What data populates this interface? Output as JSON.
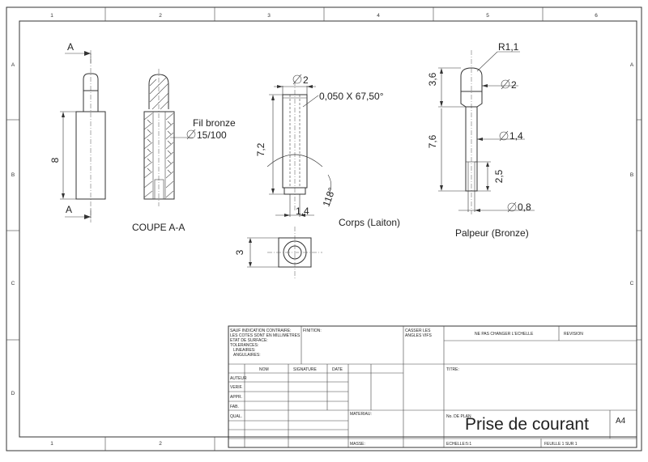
{
  "grid": {
    "columns": [
      "1",
      "2",
      "3",
      "4",
      "5",
      "6"
    ],
    "rows": [
      "A",
      "B",
      "C",
      "D"
    ],
    "bottom_columns": [
      "1",
      "2"
    ]
  },
  "views": {
    "section_letter": "A",
    "section_label": "COUPE A-A",
    "wire_label": "Fil bronze",
    "wire_diameter": "15/100",
    "body_label": "Corps (Laiton)",
    "probe_label": "Palpeur (Bronze)"
  },
  "dimensions": {
    "overall_length": "8",
    "body_diameter": "2",
    "chamfer": "0,050  X 67,50°",
    "body_length": "7,2",
    "bore_diameter": "1,4",
    "drill_angle": "118°",
    "square_size": "3",
    "radius": "R1,1",
    "head_length": "3,6",
    "head_diameter": "2",
    "shaft_length": "7,6",
    "shaft_diameter": "1,4",
    "tip_length": "2,5",
    "tip_diameter": "0,8"
  },
  "title_block": {
    "general_notes": [
      "SAUF INDICATION CONTRAIRE:",
      "LES COTES SONT EN MILLIMETRES",
      "ETAT DE SURFACE:",
      "TOLERANCES:",
      "LINEAIRES:",
      "ANGULAIRES:"
    ],
    "finish_label": "FINITION:",
    "break_edges": [
      "CASSER LES",
      "ANGLES VIFS"
    ],
    "no_scale": "NE PAS CHANGER L'ECHELLE",
    "revision": "REVISION",
    "col_name": "NOM",
    "col_signature": "SIGNATURE",
    "col_date": "DATE",
    "row_author": "AUTEUR",
    "row_verif": "VERIF.",
    "row_appr": "APPR.",
    "row_fab": "FAB.",
    "row_qual": "QUAL.",
    "title_label": "TITRE:",
    "material_label": "MATERIAU:",
    "drawing_no_label": "No. DE PLAN",
    "title": "Prise de courant",
    "format": "A4",
    "mass_label": "MASSE:",
    "scale": "ECHELLE:5:1",
    "sheet": "FEUILLE 1 SUR 1"
  },
  "colors": {
    "line": "#333333",
    "paper": "#ffffff"
  }
}
